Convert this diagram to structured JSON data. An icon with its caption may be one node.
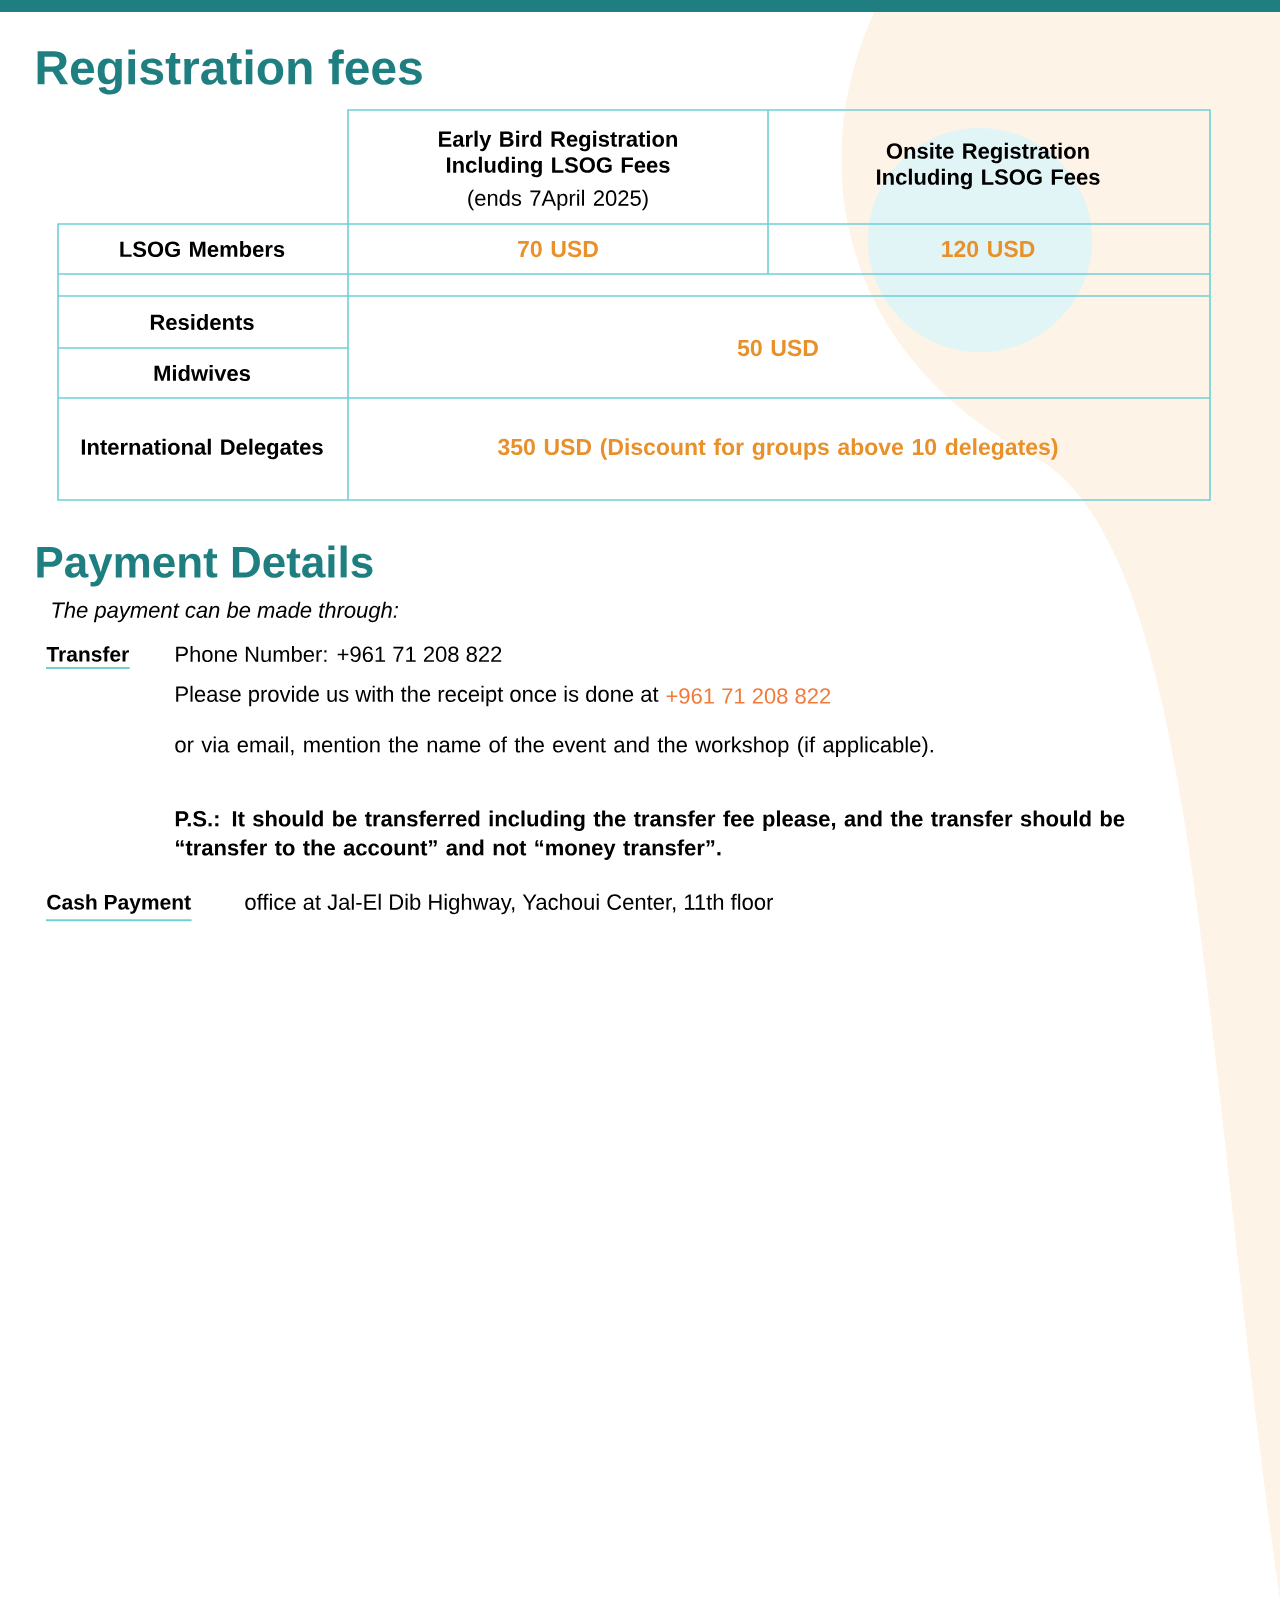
{
  "diagram": {
    "title": "Registration fees",
    "labels": [
      "Early Bird Registration Including LSOG Fees",
      "(ends 7April 2025)",
      "Onsite Registration Including LSOG Fees",
      "LSOG Members",
      "70 USD",
      "120 USD",
      "Residents",
      "50 USD",
      "Midwives",
      "International Delegates",
      "350 USD (Discount for groups above 10 delegates)",
      "Payment Details",
      "The payment can be made through:",
      "Transfer",
      "Phone Number: +961 71 208 822",
      "Please provide us with the receipt once is done at",
      "+961 71 208 822",
      "or via email, mention the name of the event and the workshop (if applicable).",
      "P.S.: It should be transferred including the transfer fee please, and the transfer should be “transfer to the account” and not “money transfer”.",
      "Cash Payment",
      "office at Jal-El Dib Highway, Yachoui Center, 11th floor"
    ]
  }
}
